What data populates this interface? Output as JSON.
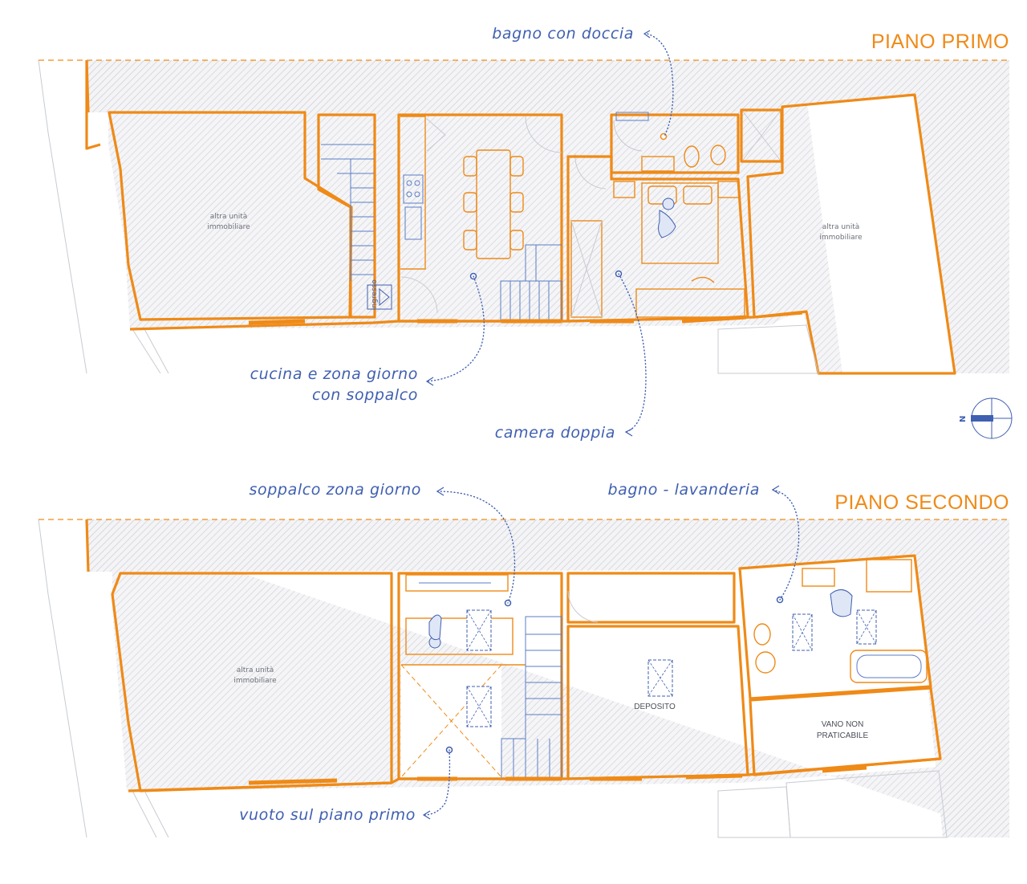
{
  "colors": {
    "accent_orange": "#ef8a17",
    "label_blue": "#3f5fb0",
    "other_unit_fill": "#efeff1",
    "hatch": "#c5c8cf",
    "dashed_line": "#ef8a17"
  },
  "first_floor": {
    "title": "PIANO PRIMO",
    "other_unit_left": [
      "altra unità",
      "immobiliare"
    ],
    "other_unit_right": [
      "altra unità",
      "immobiliare"
    ],
    "entrance_label": "ingresso",
    "labels": {
      "bathroom": "bagno con doccia",
      "kitchen_line1": "cucina e zona giorno",
      "kitchen_line2": "con soppalco",
      "bedroom": "camera doppia"
    }
  },
  "second_floor": {
    "title": "PIANO SECONDO",
    "other_unit_left": [
      "altra unità",
      "immobiliare"
    ],
    "storage_label": "DEPOSITO",
    "not_accessible": [
      "VANO NON",
      "PRATICABILE"
    ],
    "labels": {
      "mezzanine": "soppalco zona giorno",
      "laundry": "bagno - lavanderia",
      "void": "vuoto sul piano primo"
    }
  },
  "compass": {
    "north_letter": "N",
    "icon": "north-arrow-icon"
  }
}
